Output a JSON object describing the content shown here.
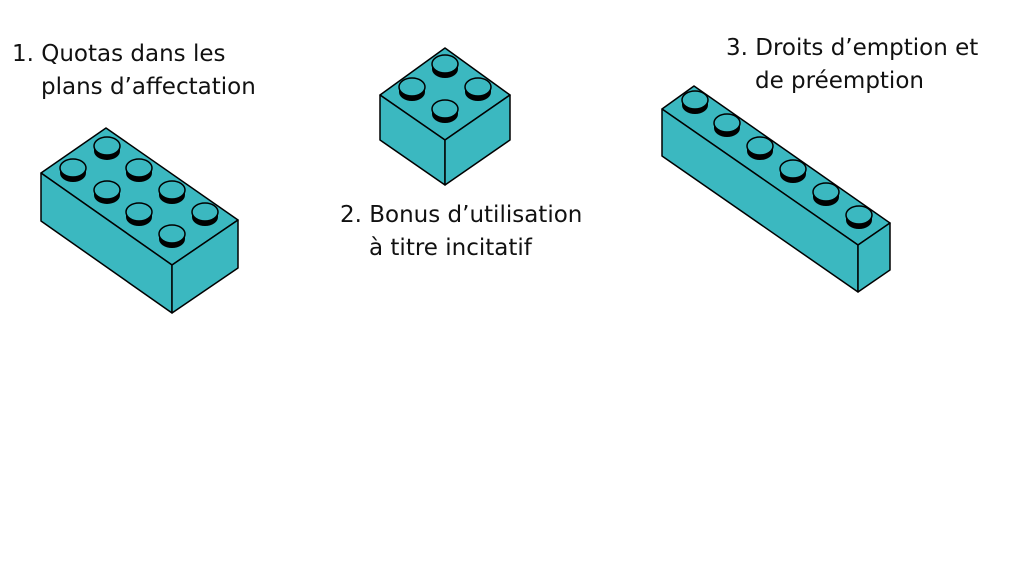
{
  "colors": {
    "brick": "#3bb8c0",
    "outline": "#000000",
    "background": "#ffffff"
  },
  "items": [
    {
      "lines": [
        "1. Quotas dans les",
        "plans d’affectation"
      ],
      "brick": "2x4"
    },
    {
      "lines": [
        "2. Bonus d’utilisation",
        "à titre incitatif"
      ],
      "brick": "2x2"
    },
    {
      "lines": [
        "3. Droits d’emption et",
        "de préemption"
      ],
      "brick": "1x6"
    }
  ]
}
